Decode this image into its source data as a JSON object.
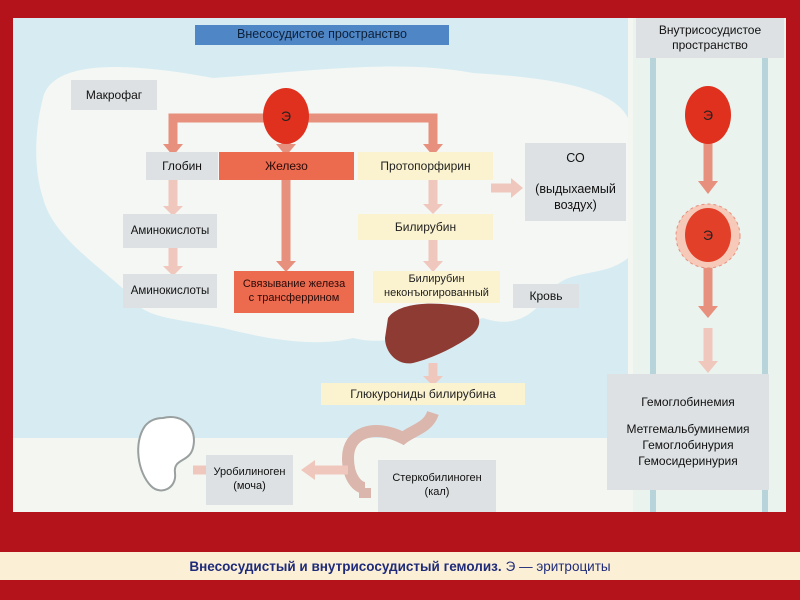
{
  "headers": {
    "extravascular": "Внесосудистое пространство",
    "intravascular": "Внутрисосудистое пространство"
  },
  "macrophage": "Макрофаг",
  "erythrocyte": "Э",
  "nodes": {
    "globin": "Глобин",
    "iron": "Железо",
    "protoporphyrin": "Протопорфирин",
    "co": "СО\n\n(выдыхаемый воздух)",
    "aminoacids1": "Аминокислоты",
    "aminoacids2": "Аминокислоты",
    "bilirubin": "Билирубин",
    "iron_transferrin": "Связывание железа\nс трансферрином",
    "bilirubin_unconj": "Билирубин неконъюгированный",
    "blood": "Кровь",
    "glucuronides": "Глюкурониды билирубина",
    "urobilinogen": "Уробилиноген\n(моча)",
    "stercobilinogen": "Стеркобилиноген\n(кал)"
  },
  "conditions": [
    "Гемоглобинемия",
    "",
    "Метгемальбуминемия",
    "Гемоглобинурия",
    "Гемосидеринурия"
  ],
  "caption": {
    "bold": "Внесосудистый и внутрисосудистый гемолиз.",
    "rest": "Э — эритроциты"
  },
  "colors": {
    "background": "#b5131c",
    "header": "#4e86c6",
    "iron": "#ec6a4e",
    "erythrocyte": "#e0301e",
    "caption_text": "#1f2b7a"
  }
}
